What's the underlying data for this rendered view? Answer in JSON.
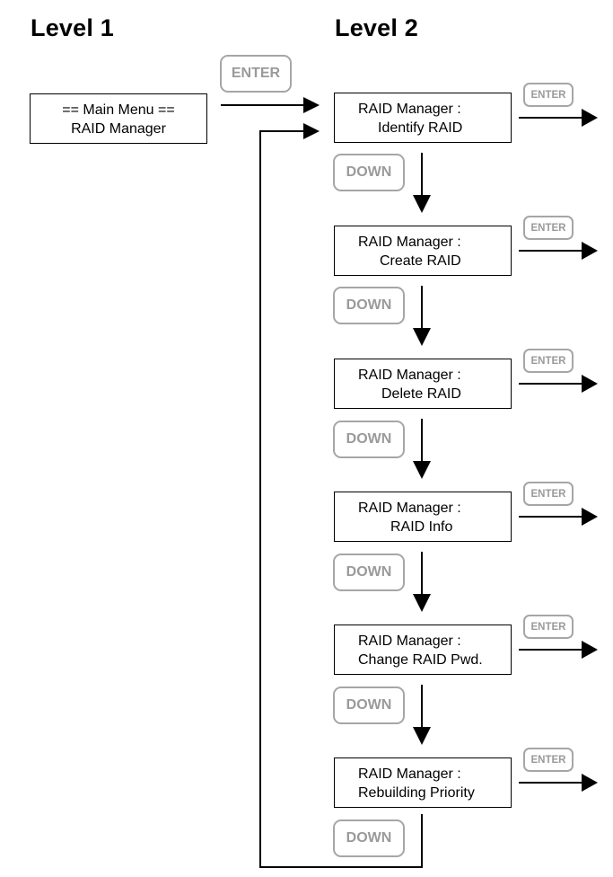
{
  "level1": {
    "title": "Level 1"
  },
  "level2": {
    "title": "Level 2"
  },
  "main_menu": {
    "line1": "== Main Menu ==",
    "line2": "RAID Manager"
  },
  "main_enter_key": "ENTER",
  "items": [
    {
      "line1": "RAID Manager :",
      "line2": "Identify RAID",
      "enter_key": "ENTER",
      "down_key": "DOWN"
    },
    {
      "line1": "RAID Manager :",
      "line2": "Create RAID",
      "enter_key": "ENTER",
      "down_key": "DOWN"
    },
    {
      "line1": "RAID Manager :",
      "line2": "Delete RAID",
      "enter_key": "ENTER",
      "down_key": "DOWN"
    },
    {
      "line1": "RAID Manager :",
      "line2": "RAID Info",
      "enter_key": "ENTER",
      "down_key": "DOWN"
    },
    {
      "line1": "RAID Manager :",
      "line2": "Change RAID Pwd.",
      "enter_key": "ENTER",
      "down_key": "DOWN"
    },
    {
      "line1": "RAID Manager :",
      "line2": "Rebuilding Priority",
      "enter_key": "ENTER",
      "down_key": "DOWN"
    }
  ]
}
